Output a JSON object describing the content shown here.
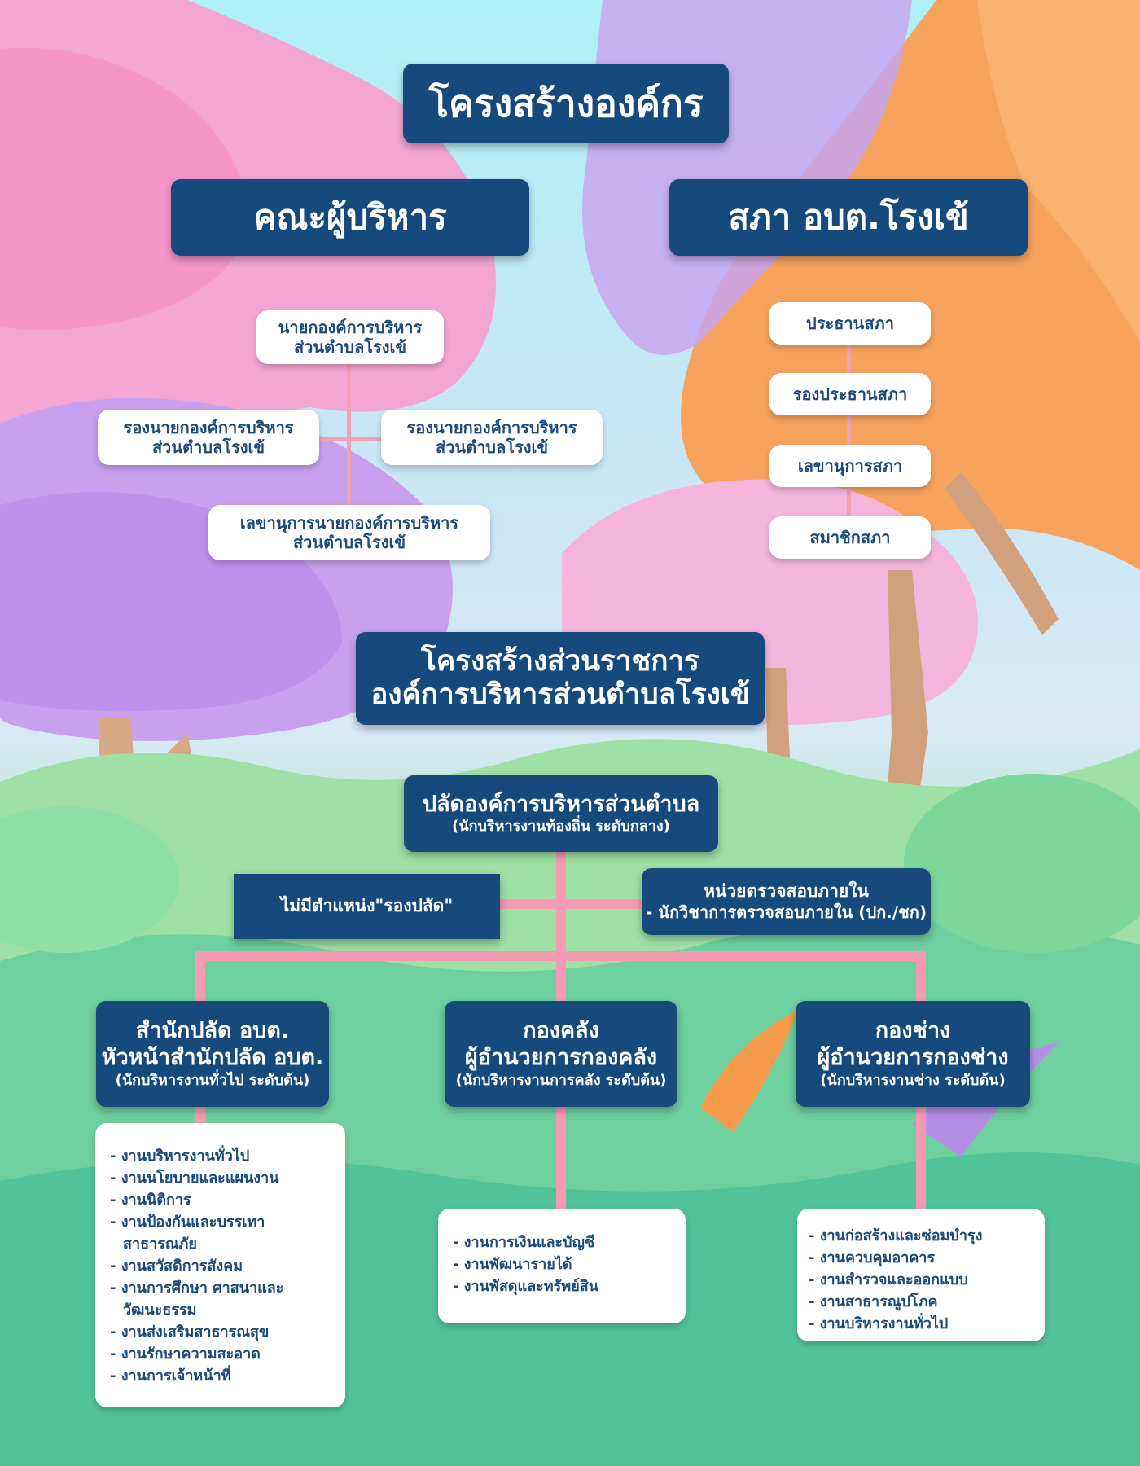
{
  "title": "โครงสร้างองค์กร",
  "executive": {
    "header": "คณะผู้บริหาร",
    "mayor": [
      "นายกองค์การบริหาร",
      "ส่วนตำบลโรงเข้"
    ],
    "deputy_left": [
      "รองนายกองค์การบริหาร",
      "ส่วนตำบลโรงเข้"
    ],
    "deputy_right": [
      "รองนายกองค์การบริหาร",
      "ส่วนตำบลโรงเข้"
    ],
    "secretary": [
      "เลขานุการนายกองค์การบริหาร",
      "ส่วนตำบลโรงเข้"
    ]
  },
  "council": {
    "header": "สภา อบต.โรงเข้",
    "members": [
      "ประธานสภา",
      "รองประธานสภา",
      "เลขานุการสภา",
      "สมาชิกสภา"
    ]
  },
  "government": {
    "title_lines": [
      "โครงสร้างส่วนราชการ",
      "องค์การบริหารส่วนตำบลโรงเข้"
    ],
    "chief": {
      "title": "ปลัดองค์การบริหารส่วนตำบล",
      "subtitle": "(นักบริหารงานท้องถิ่น ระดับกลาง)"
    },
    "no_deputy": "ไม่มีตำแหน่ง\"รองปลัด\"",
    "audit": {
      "title": "หน่วยตรวจสอบภายใน",
      "subtitle": "- นักวิชาการตรวจสอบภายใน (ปก./ชก)"
    },
    "departments": [
      {
        "lines": [
          "สำนักปลัด อบต.",
          "หัวหน้าสำนักปลัด อบต."
        ],
        "subtitle": "(นักบริหารงานทั่วไป ระดับต้น)",
        "tasks": [
          "งานบริหารงานทั่วไป",
          "งานนโยบายและแผนงาน",
          "งานนิติการ",
          "งานป้องกันและบรรเทาสาธารณภัย",
          "งานสวัสดิการสังคม",
          "งานการศึกษา ศาสนาและวัฒนะธรรม",
          "งานส่งเสริมสาธารณสุข",
          "งานรักษาความสะอาด",
          "งานการเจ้าหน้าที่"
        ]
      },
      {
        "lines": [
          "กองคลัง",
          "ผู้อำนวยการกองคลัง"
        ],
        "subtitle": "(นักบริหารงานการคลัง ระดับต้น)",
        "tasks": [
          "งานการเงินและบัญชี",
          "งานพัฒนารายได้",
          "งานพัสดุและทรัพย์สิน"
        ]
      },
      {
        "lines": [
          "กองช่าง",
          "ผู้อำนวยการกองช่าง"
        ],
        "subtitle": "(นักบริหารงานช่าง ระดับต้น)",
        "tasks": [
          "งานก่อสร้างและซ่อมบำรุง",
          "งานควบคุมอาคาร",
          "งานสำรวจและออกแบบ",
          "งานสาธารณูปโภค",
          "งานบริหารงานทั่วไป"
        ]
      }
    ]
  }
}
